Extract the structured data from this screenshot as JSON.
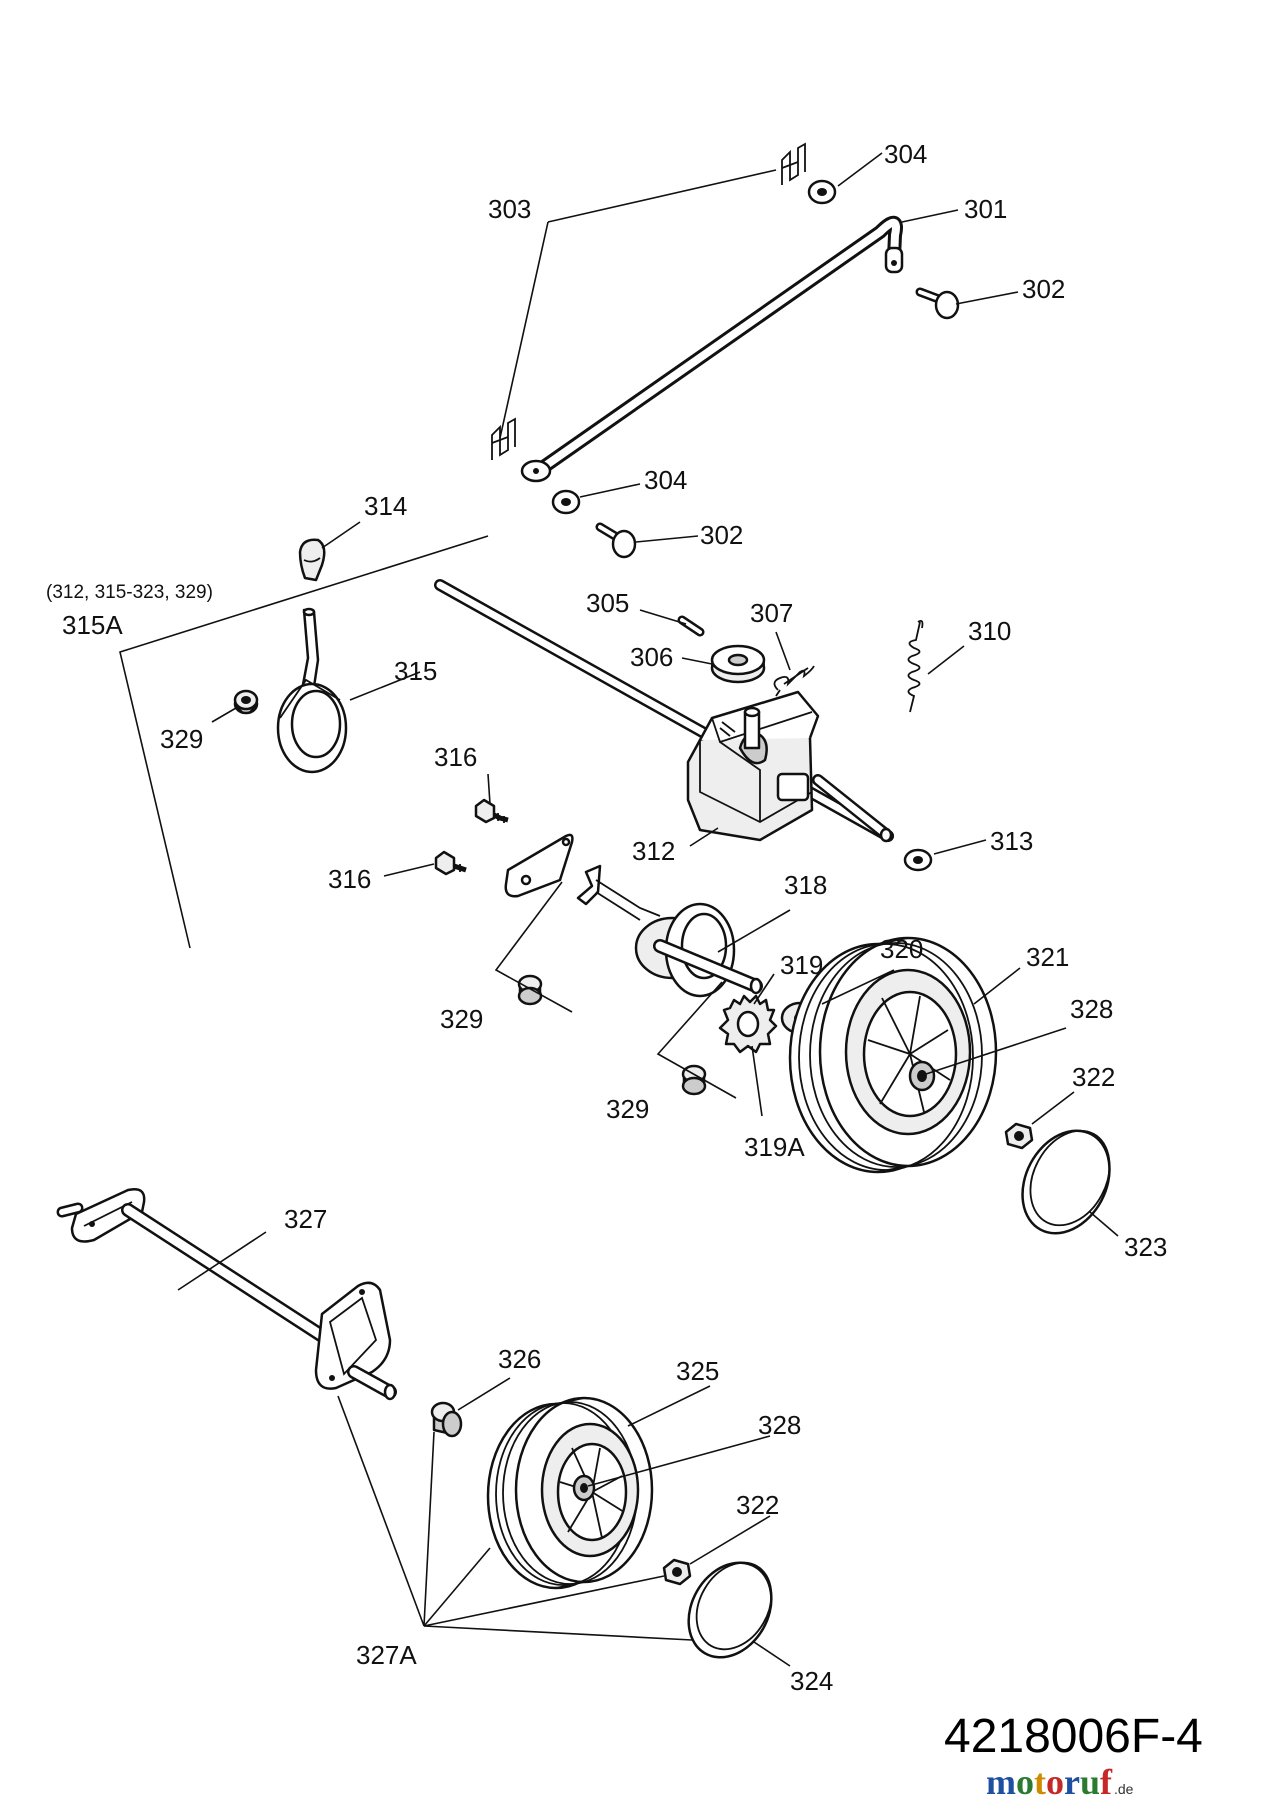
{
  "callouts": {
    "c301": "301",
    "c302a": "302",
    "c302b": "302",
    "c303": "303",
    "c304a": "304",
    "c304b": "304",
    "c305": "305",
    "c306": "306",
    "c307": "307",
    "c310": "310",
    "c312": "312",
    "c313": "313",
    "c314": "314",
    "c315": "315",
    "c315A": "315A",
    "c315A_group": "(312, 315-323, 329)",
    "c316a": "316",
    "c316b": "316",
    "c318": "318",
    "c319": "319",
    "c319A": "319A",
    "c320": "320",
    "c321": "321",
    "c322a": "322",
    "c322b": "322",
    "c323": "323",
    "c324": "324",
    "c325": "325",
    "c326": "326",
    "c327": "327",
    "c327A": "327A",
    "c328a": "328",
    "c328b": "328",
    "c329a": "329",
    "c329b": "329",
    "c329c": "329"
  },
  "document_number": "4218006F-4",
  "watermark": {
    "letters": [
      "m",
      "o",
      "t",
      "o",
      "r",
      "u",
      "f"
    ],
    "letter_colors": [
      "#1f4fa0",
      "#2a7a30",
      "#d08a00",
      "#c62828",
      "#1f4fa0",
      "#2a7a30",
      "#c62828"
    ],
    "suffix": ".de"
  },
  "colors": {
    "line": "#111111",
    "background": "#ffffff"
  }
}
